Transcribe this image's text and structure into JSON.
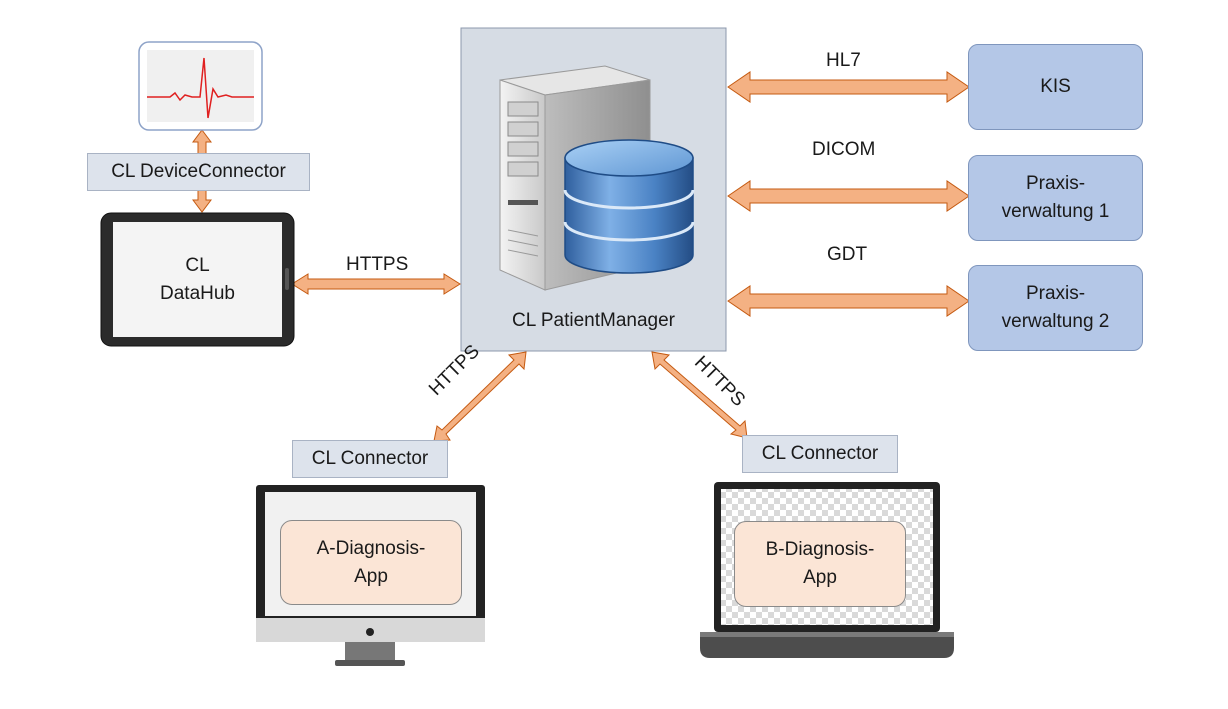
{
  "server": {
    "label": "CL PatientManager"
  },
  "datahub": {
    "label_line1": "CL",
    "label_line2": "DataHub"
  },
  "device_connector": {
    "label": "CL DeviceConnector"
  },
  "connector_left": {
    "label": "CL Connector"
  },
  "connector_right": {
    "label": "CL Connector"
  },
  "app_a": {
    "line1": "A-Diagnosis-",
    "line2": "App"
  },
  "app_b": {
    "line1": "B-Diagnosis-",
    "line2": "App"
  },
  "right_systems": [
    {
      "line1": "KIS",
      "line2": ""
    },
    {
      "line1": "Praxis-",
      "line2": "verwaltung 1"
    },
    {
      "line1": "Praxis-",
      "line2": "verwaltung 2"
    }
  ],
  "protocols": {
    "hl7": "HL7",
    "dicom": "DICOM",
    "gdt": "GDT",
    "https_datahub": "HTTPS",
    "https_left": "HTTPS",
    "https_right": "HTTPS"
  },
  "colors": {
    "arrow_fill": "#f4b183",
    "arrow_stroke": "#c55a11",
    "server_panel": "#d6dce4",
    "right_box": "#b4c7e7",
    "app_box": "#fbe5d6",
    "ecg_trace": "#e02020"
  },
  "icons": [
    "ecg-monitor-icon",
    "tablet-icon",
    "server-tower-icon",
    "database-icon",
    "desktop-monitor-icon",
    "laptop-icon"
  ]
}
